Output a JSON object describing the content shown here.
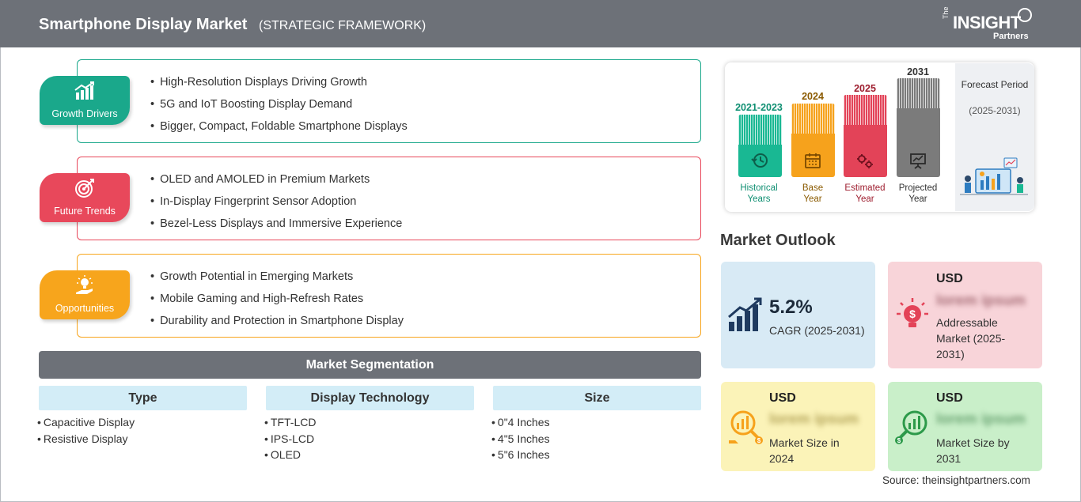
{
  "header": {
    "title": "Smartphone Display Market",
    "subtitle": "(STRATEGIC FRAMEWORK)",
    "logo": {
      "the": "The",
      "main": "INSIGHT",
      "sub": "Partners"
    }
  },
  "sections": [
    {
      "label": "Growth Drivers",
      "color": "#1aa88b",
      "icon": "growth-chart-icon",
      "items": [
        "High-Resolution Displays Driving Growth",
        "5G and IoT Boosting Display Demand",
        "Bigger, Compact, Foldable Smartphone Displays"
      ]
    },
    {
      "label": "Future Trends",
      "color": "#e8485b",
      "icon": "target-icon",
      "items": [
        "OLED and AMOLED in Premium Markets",
        "In-Display Fingerprint Sensor Adoption",
        "Bezel-Less Displays and Immersive Experience"
      ]
    },
    {
      "label": "Opportunities",
      "color": "#f7a51c",
      "icon": "lightbulb-hand-icon",
      "items": [
        "Growth Potential in Emerging Markets",
        "Mobile Gaming and High-Refresh Rates",
        "Durability and Protection in Smartphone Display"
      ]
    }
  ],
  "segmentation": {
    "title": "Market Segmentation",
    "columns": [
      {
        "head": "Type",
        "items": [
          "Capacitive Display",
          "Resistive Display"
        ]
      },
      {
        "head": "Display Technology",
        "items": [
          "TFT-LCD",
          "IPS-LCD",
          "OLED"
        ]
      },
      {
        "head": "Size",
        "items": [
          "0\"4 Inches",
          "4\"5 Inches",
          "5\"6 Inches"
        ]
      }
    ]
  },
  "timeline": {
    "bars": [
      {
        "year": "2021-2023",
        "caption": [
          "Historical",
          "Years"
        ],
        "color": "#19b893",
        "text_color": "#0f8f72",
        "icon": "history-icon"
      },
      {
        "year": "2024",
        "caption": [
          "Base",
          "Year"
        ],
        "color": "#f6a21c",
        "text_color": "#8a5a00",
        "icon": "calendar-icon"
      },
      {
        "year": "2025",
        "caption": [
          "Estimated",
          "Year"
        ],
        "color": "#e34358",
        "text_color": "#9e1d2e",
        "icon": "gears-icon"
      },
      {
        "year": "2031",
        "caption": [
          "Projected",
          "Year"
        ],
        "color": "#7b7b7b",
        "text_color": "#333333",
        "icon": "presentation-icon"
      }
    ],
    "forecast": {
      "title": "Forecast Period",
      "range": "(2025-2031)"
    }
  },
  "outlook": {
    "title": "Market Outlook",
    "cagr": {
      "value": "5.2%",
      "caption": "CAGR (2025-2031)",
      "color": "#d8eaf5"
    },
    "addressable": {
      "usd": "USD",
      "blurred": "lorem ipsum",
      "caption": "Addressable Market (2025-2031)",
      "color": "#f8d4d9"
    },
    "size_2024": {
      "usd": "USD",
      "blurred": "lorem ipsum",
      "caption": "Market Size in 2024",
      "color": "#fbf3b8"
    },
    "size_2031": {
      "usd": "USD",
      "blurred": "lorem ipsum",
      "caption": "Market Size by 2031",
      "color": "#c9efc9"
    }
  },
  "source": "Source: theinsightpartners.com"
}
